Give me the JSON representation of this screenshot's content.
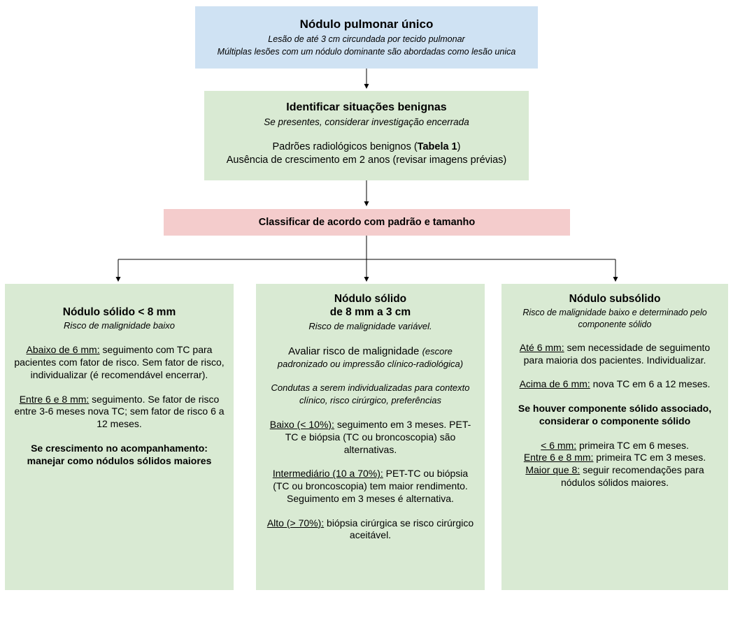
{
  "colors": {
    "page_background": "#ffffff",
    "root_box": "#cfe2f3",
    "benign_box": "#d9ead3",
    "classify_box": "#f4cccc",
    "branch_box": "#d9ead3",
    "arrow": "#000000",
    "text": "#000000"
  },
  "root_node": {
    "title": "Nódulo pulmonar único",
    "subtitle1": "Lesão de até 3 cm circundada por tecido pulmonar",
    "subtitle2": "Múltiplas lesões com um nódulo dominante são abordadas como lesão unica"
  },
  "benign_node": {
    "title": "Identificar situações benignas",
    "subtitle": "Se presentes, considerar investigação encerrada",
    "paragraphs": [
      {
        "segments": [
          {
            "text": "Padrões radiológicos benignos ("
          },
          {
            "text": "Tabela 1",
            "bold": true
          },
          {
            "text": ")"
          }
        ]
      },
      {
        "tight": true,
        "segments": [
          {
            "text": "Ausência de crescimento em 2 anos (revisar imagens prévias)"
          }
        ]
      }
    ]
  },
  "classify_node": {
    "title": "Classificar de acordo com padrão e tamanho"
  },
  "branches": [
    {
      "title": "Nódulo sólido < 8 mm",
      "title2": "",
      "subtitle": "Risco de malignidade baixo",
      "paragraphs": [
        {
          "segments": [
            {
              "text": "Abaixo de 6 mm:",
              "underline": true
            },
            {
              "text": " seguimento com TC para pacientes com fator de risco. Sem fator de risco, individualizar (é recomendável encerrar)."
            }
          ]
        },
        {
          "segments": [
            {
              "text": "Entre 6 e 8 mm:",
              "underline": true
            },
            {
              "text": " seguimento. Se fator de risco entre 3-6 meses nova TC; sem fator de risco 6 a 12 meses."
            }
          ]
        },
        {
          "segments": [
            {
              "text": "Se crescimento no acompanhamento: manejar como nódulos sólidos maiores",
              "bold": true
            }
          ]
        }
      ]
    },
    {
      "title": "Nódulo sólido",
      "title2": "de 8 mm a 3 cm",
      "subtitle": "Risco de malignidade variável.",
      "paragraphs": [
        {
          "segments": [
            {
              "text": "Avaliar risco de malignidade ",
              "large": true
            },
            {
              "text": "(escore padronizado ou impressão clínico-radiológica)",
              "italic": true,
              "small": true
            }
          ]
        },
        {
          "segments": [
            {
              "text": "Condutas a serem individualizadas para contexto clínico, risco cirúrgico, preferências",
              "italic": true,
              "small": true
            }
          ]
        },
        {
          "segments": [
            {
              "text": "Baixo (< 10%):",
              "underline": true
            },
            {
              "text": " seguimento em 3 meses. PET-TC e biópsia (TC ou broncoscopia) são alternativas."
            }
          ]
        },
        {
          "segments": [
            {
              "text": "Intermediário (10 a 70%):",
              "underline": true
            },
            {
              "text": " PET-TC ou biópsia (TC ou broncoscopia) tem maior rendimento. Seguimento em 3 meses é alternativa."
            }
          ]
        },
        {
          "segments": [
            {
              "text": "Alto (> 70%):",
              "underline": true
            },
            {
              "text": " biópsia cirúrgica se risco cirúrgico aceitável."
            }
          ]
        }
      ]
    },
    {
      "title": "Nódulo subsólido",
      "title2": "",
      "subtitle": "Risco de malignidade baixo e determinado pelo componente sólido",
      "paragraphs": [
        {
          "segments": [
            {
              "text": "Até 6 mm:",
              "underline": true
            },
            {
              "text": " sem necessidade de seguimento para maioria dos pacientes. Individualizar."
            }
          ]
        },
        {
          "segments": [
            {
              "text": "Acima de 6 mm:",
              "underline": true
            },
            {
              "text": " nova TC em 6 a 12 meses."
            }
          ]
        },
        {
          "segments": [
            {
              "text": "Se houver componente sólido associado, considerar o componente sólido",
              "bold": true
            }
          ]
        },
        {
          "segments": [
            {
              "text": "< 6 mm:",
              "underline": true
            },
            {
              "text": " primeira TC em 6 meses."
            }
          ]
        },
        {
          "tight": true,
          "segments": [
            {
              "text": "Entre 6 e 8 mm:",
              "underline": true
            },
            {
              "text": " primeira TC em 3 meses."
            }
          ]
        },
        {
          "tight": true,
          "segments": [
            {
              "text": "Maior que 8:",
              "underline": true
            },
            {
              "text": " seguir recomendações para nódulos sólidos maiores."
            }
          ]
        }
      ]
    }
  ]
}
